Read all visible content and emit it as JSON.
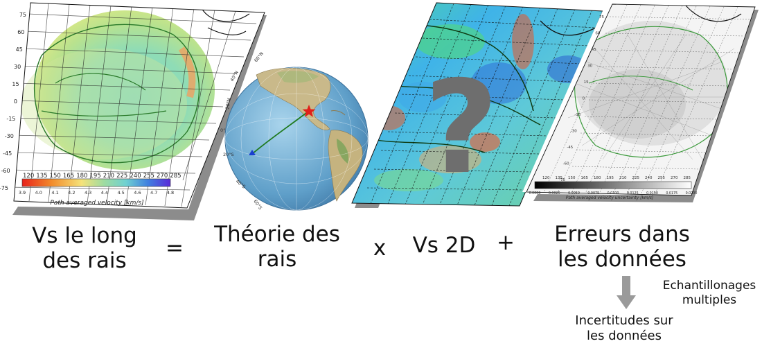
{
  "panel1": {
    "lat_ticks": [
      "75",
      "60",
      "45",
      "30",
      "15",
      "0",
      "-15",
      "-30",
      "-45",
      "-60",
      "-75"
    ],
    "lon_ticks": [
      "120",
      "135",
      "150",
      "165",
      "180",
      "195",
      "210",
      "225",
      "240",
      "255",
      "270",
      "285"
    ],
    "colorbar_ticks": [
      "3.9",
      "4.0",
      "4.1",
      "4.2",
      "4.3",
      "4.4",
      "4.5",
      "4.6",
      "4.7",
      "4.8"
    ],
    "colorbar_label": "Path averaged velocity [km/s]"
  },
  "globe": {
    "lat_labels": [
      "60°N",
      "40°N",
      "20°N",
      "0°",
      "20°S",
      "40°S",
      "60°S"
    ]
  },
  "panel3": {
    "question_mark": "?"
  },
  "panel4": {
    "lat_ticks": [
      "75",
      "60",
      "45",
      "30",
      "15",
      "0",
      "-15",
      "-30",
      "-45",
      "-60",
      "-75"
    ],
    "lon_ticks": [
      "120",
      "135",
      "150",
      "165",
      "180",
      "195",
      "210",
      "225",
      "240",
      "255",
      "270",
      "285"
    ],
    "colorbar_ticks": [
      "0.0000",
      "0.0025",
      "0.0050",
      "0.0075",
      "0.0100",
      "0.0125",
      "0.0150",
      "0.0175",
      "0.0200"
    ],
    "colorbar_label": "Path averaged velocity uncertainty [km/s]"
  },
  "equation": {
    "term1": [
      "Vs le long",
      "des rais"
    ],
    "equals": "=",
    "term2": [
      "Théorie des",
      "rais"
    ],
    "times": "x",
    "term3": "Vs 2D",
    "plus": "+",
    "term4": [
      "Erreurs dans",
      "les données"
    ]
  },
  "side_note": [
    "Echantillonages",
    "multiples"
  ],
  "result": [
    "Incertitudes sur",
    "les données"
  ],
  "colors": {
    "shadow": "#8c8c8c",
    "arrow": "#9a9a9a",
    "plate_line": "#2a7a2a",
    "star": "#e0201a",
    "station": "#1a3fd0",
    "ray": "#1f7a1f",
    "question": "#6e6e6e"
  }
}
